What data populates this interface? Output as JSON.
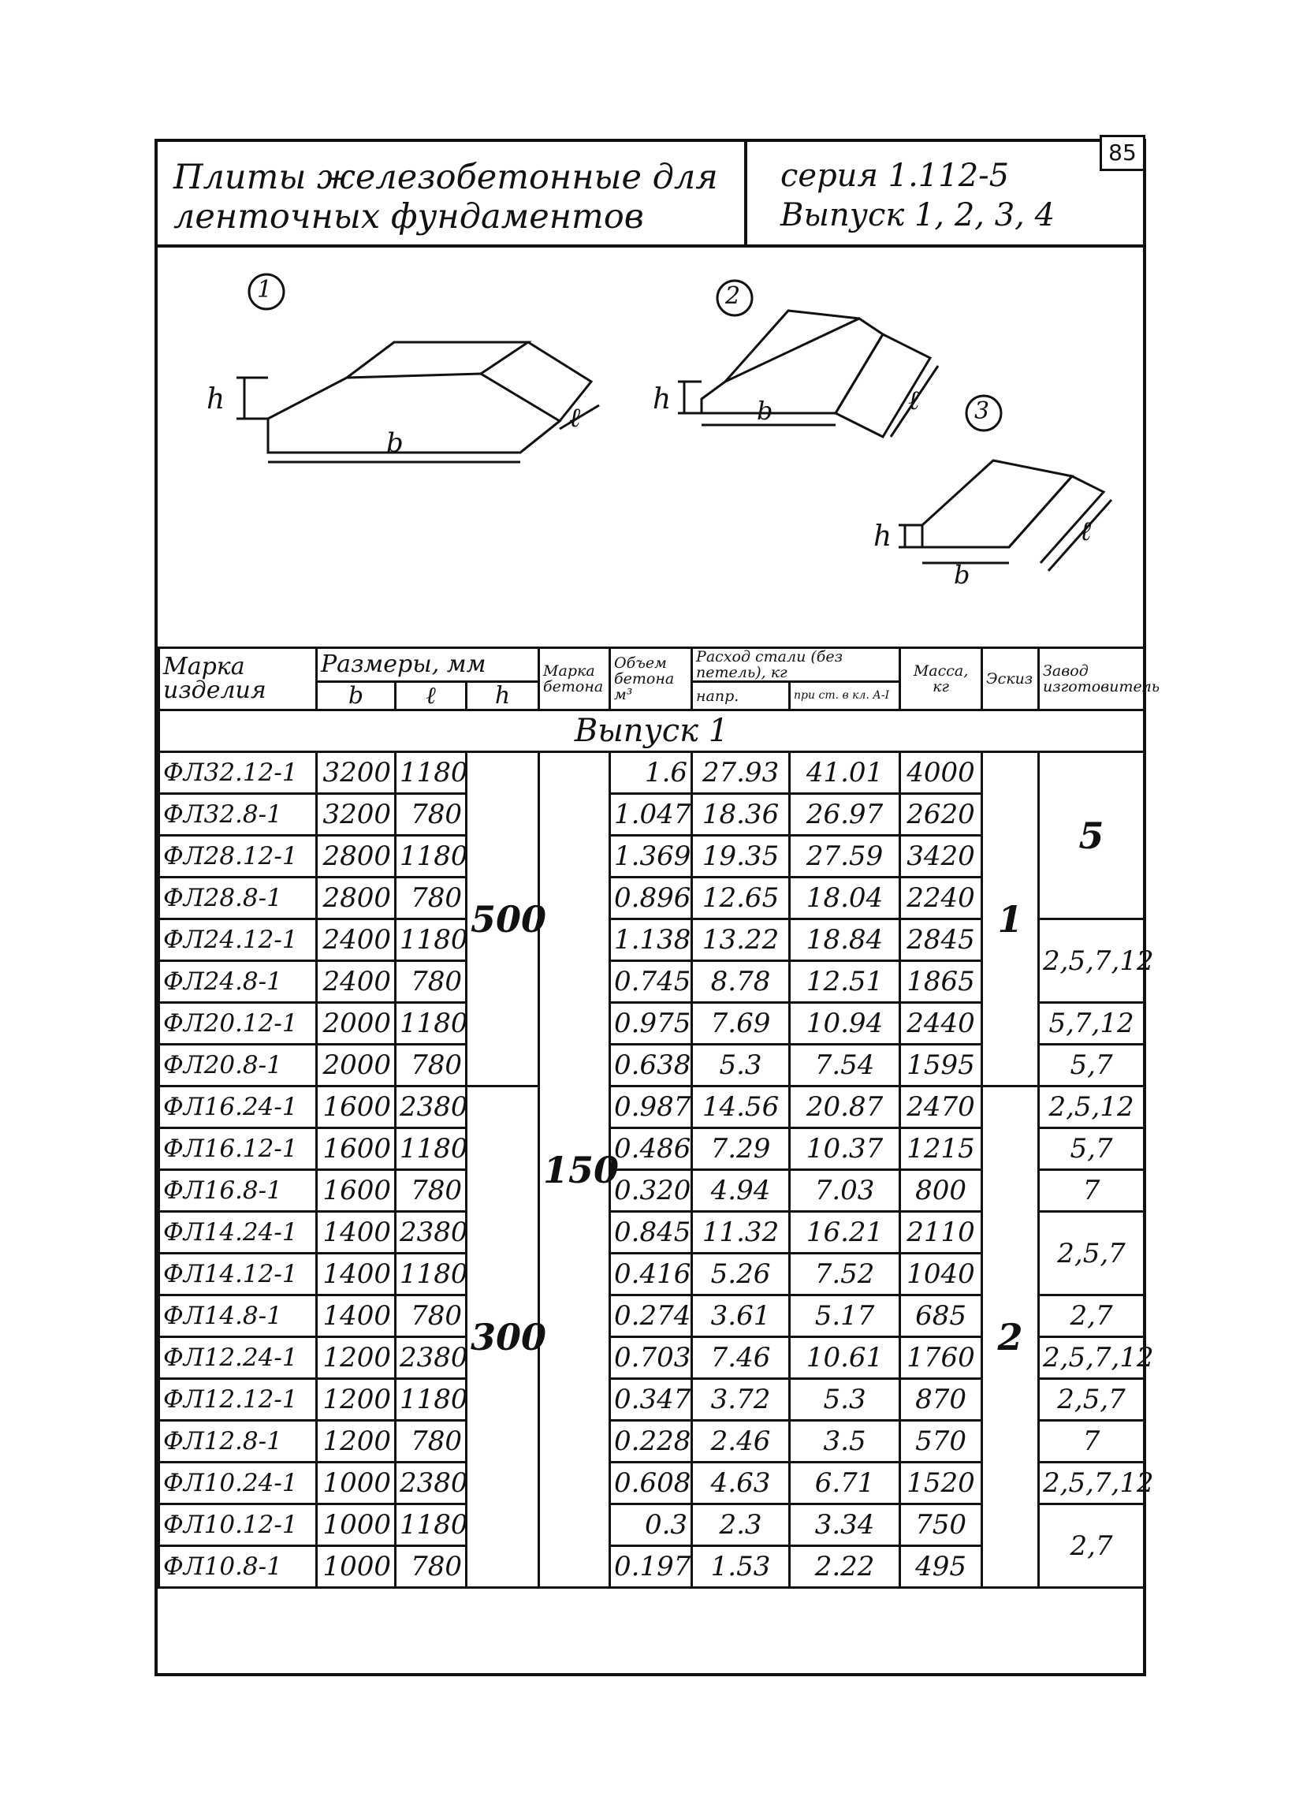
{
  "page_number": "85",
  "title": {
    "line1": "Плиты железобетонные для",
    "line2": "ленточных фундаментов",
    "series": "серия 1.112-5",
    "issue": "Выпуск 1, 2, 3, 4"
  },
  "sketches": [
    {
      "number": "1",
      "labels": {
        "h": "h",
        "b": "b",
        "l": "ℓ"
      }
    },
    {
      "number": "2",
      "labels": {
        "h": "h",
        "b": "b",
        "l": "ℓ"
      }
    },
    {
      "number": "3",
      "labels": {
        "h": "h",
        "b": "b",
        "l": "ℓ"
      }
    }
  ],
  "table": {
    "headers": {
      "mark": "Марка изделия",
      "dims": "Размеры, мм",
      "b": "b",
      "l": "ℓ",
      "h": "h",
      "concrete": "Марка бетона",
      "volume": "Объем бетона м³",
      "steel": "Расход стали (без петель), кг",
      "steel_a": "напр.",
      "steel_b": "при ст. в кл. А-I",
      "mass": "Масса, кг",
      "sketch": "Эскиз",
      "plant": "Завод изготовитель"
    },
    "section": "Выпуск 1",
    "group_h": [
      "500",
      "300"
    ],
    "concrete_grade": "150",
    "sketch_refs": [
      "1",
      "2"
    ],
    "rows": [
      {
        "mark": "ФЛ32.12-1",
        "b": "3200",
        "l": "1180",
        "vol": "1.6",
        "s1": "27.93",
        "s2": "41.01",
        "mass": "4000"
      },
      {
        "mark": "ФЛ32.8-1",
        "b": "3200",
        "l": "780",
        "vol": "1.047",
        "s1": "18.36",
        "s2": "26.97",
        "mass": "2620"
      },
      {
        "mark": "ФЛ28.12-1",
        "b": "2800",
        "l": "1180",
        "vol": "1.369",
        "s1": "19.35",
        "s2": "27.59",
        "mass": "3420"
      },
      {
        "mark": "ФЛ28.8-1",
        "b": "2800",
        "l": "780",
        "vol": "0.896",
        "s1": "12.65",
        "s2": "18.04",
        "mass": "2240"
      },
      {
        "mark": "ФЛ24.12-1",
        "b": "2400",
        "l": "1180",
        "vol": "1.138",
        "s1": "13.22",
        "s2": "18.84",
        "mass": "2845"
      },
      {
        "mark": "ФЛ24.8-1",
        "b": "2400",
        "l": "780",
        "vol": "0.745",
        "s1": "8.78",
        "s2": "12.51",
        "mass": "1865"
      },
      {
        "mark": "ФЛ20.12-1",
        "b": "2000",
        "l": "1180",
        "vol": "0.975",
        "s1": "7.69",
        "s2": "10.94",
        "mass": "2440"
      },
      {
        "mark": "ФЛ20.8-1",
        "b": "2000",
        "l": "780",
        "vol": "0.638",
        "s1": "5.3",
        "s2": "7.54",
        "mass": "1595"
      },
      {
        "mark": "ФЛ16.24-1",
        "b": "1600",
        "l": "2380",
        "vol": "0.987",
        "s1": "14.56",
        "s2": "20.87",
        "mass": "2470"
      },
      {
        "mark": "ФЛ16.12-1",
        "b": "1600",
        "l": "1180",
        "vol": "0.486",
        "s1": "7.29",
        "s2": "10.37",
        "mass": "1215"
      },
      {
        "mark": "ФЛ16.8-1",
        "b": "1600",
        "l": "780",
        "vol": "0.320",
        "s1": "4.94",
        "s2": "7.03",
        "mass": "800"
      },
      {
        "mark": "ФЛ14.24-1",
        "b": "1400",
        "l": "2380",
        "vol": "0.845",
        "s1": "11.32",
        "s2": "16.21",
        "mass": "2110"
      },
      {
        "mark": "ФЛ14.12-1",
        "b": "1400",
        "l": "1180",
        "vol": "0.416",
        "s1": "5.26",
        "s2": "7.52",
        "mass": "1040"
      },
      {
        "mark": "ФЛ14.8-1",
        "b": "1400",
        "l": "780",
        "vol": "0.274",
        "s1": "3.61",
        "s2": "5.17",
        "mass": "685"
      },
      {
        "mark": "ФЛ12.24-1",
        "b": "1200",
        "l": "2380",
        "vol": "0.703",
        "s1": "7.46",
        "s2": "10.61",
        "mass": "1760"
      },
      {
        "mark": "ФЛ12.12-1",
        "b": "1200",
        "l": "1180",
        "vol": "0.347",
        "s1": "3.72",
        "s2": "5.3",
        "mass": "870"
      },
      {
        "mark": "ФЛ12.8-1",
        "b": "1200",
        "l": "780",
        "vol": "0.228",
        "s1": "2.46",
        "s2": "3.5",
        "mass": "570"
      },
      {
        "mark": "ФЛ10.24-1",
        "b": "1000",
        "l": "2380",
        "vol": "0.608",
        "s1": "4.63",
        "s2": "6.71",
        "mass": "1520"
      },
      {
        "mark": "ФЛ10.12-1",
        "b": "1000",
        "l": "1180",
        "vol": "0.3",
        "s1": "2.3",
        "s2": "3.34",
        "mass": "750"
      },
      {
        "mark": "ФЛ10.8-1",
        "b": "1000",
        "l": "780",
        "vol": "0.197",
        "s1": "1.53",
        "s2": "2.22",
        "mass": "495"
      }
    ],
    "plants": [
      "5",
      "2,5,7,12",
      "5,7,12",
      "5,7",
      "2,5,12",
      "5,7",
      "7",
      "2,5,7",
      "2,7",
      "2,5,7,12",
      "2,5,7",
      "7",
      "2,5,7,12",
      "2,7"
    ]
  }
}
